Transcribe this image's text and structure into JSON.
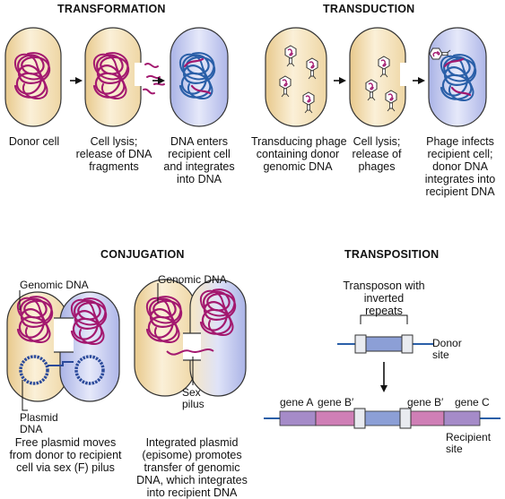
{
  "transformation": {
    "title": "TRANSFORMATION",
    "captions": {
      "donor": "Donor cell",
      "lysis_1": "Cell lysis;",
      "lysis_2": "release of DNA",
      "lysis_3": "fragments",
      "enters_1": "DNA enters",
      "enters_2": "recipient cell",
      "enters_3": "and integrates",
      "enters_4": "into DNA"
    }
  },
  "transduction": {
    "title": "TRANSDUCTION",
    "captions": {
      "phage_1": "Transducing phage",
      "phage_2": "containing donor",
      "phage_3": "genomic DNA",
      "lysis_1": "Cell lysis;",
      "lysis_2": "release of",
      "lysis_3": "phages",
      "infects_1": "Phage infects",
      "infects_2": "recipient cell;",
      "infects_3": "donor DNA",
      "infects_4": "integrates into",
      "infects_5": "recipient DNA"
    }
  },
  "conjugation": {
    "title": "CONJUGATION",
    "genomic_dna_1": "Genomic DNA",
    "genomic_dna_2": "Genomic DNA",
    "plasmid_1": "Plasmid",
    "plasmid_2": "DNA",
    "sex_1": "Sex",
    "sex_2": "pilus",
    "free_1": "Free plasmid moves",
    "free_2": "from donor to recipient",
    "free_3": "cell via sex (F) pilus",
    "integ_1": "Integrated plasmid",
    "integ_2": "(episome) promotes",
    "integ_3": "transfer of genomic",
    "integ_4": "DNA, which integrates",
    "integ_5": "into recipient DNA"
  },
  "transposition": {
    "title": "TRANSPOSITION",
    "transposon_1": "Transposon with",
    "transposon_2": "inverted",
    "transposon_3": "repeats",
    "donor_1": "Donor",
    "donor_2": "site",
    "gene_a": "gene A",
    "gene_b1": "gene B′",
    "gene_b2": "gene B′",
    "gene_c": "gene C",
    "recipient_1": "Recipient",
    "recipient_2": "site"
  },
  "colors": {
    "donor_cell": "#f3dfb5",
    "recipient_cell": "#c3c9ee",
    "donor_dna": "#a3186f",
    "recipient_dna": "#2a5fa8",
    "plasmid": "#2b4a9a",
    "transposon": "#8c9fd6",
    "gene_b": "#cf7fb6",
    "gene_ac": "#a58bc8"
  }
}
